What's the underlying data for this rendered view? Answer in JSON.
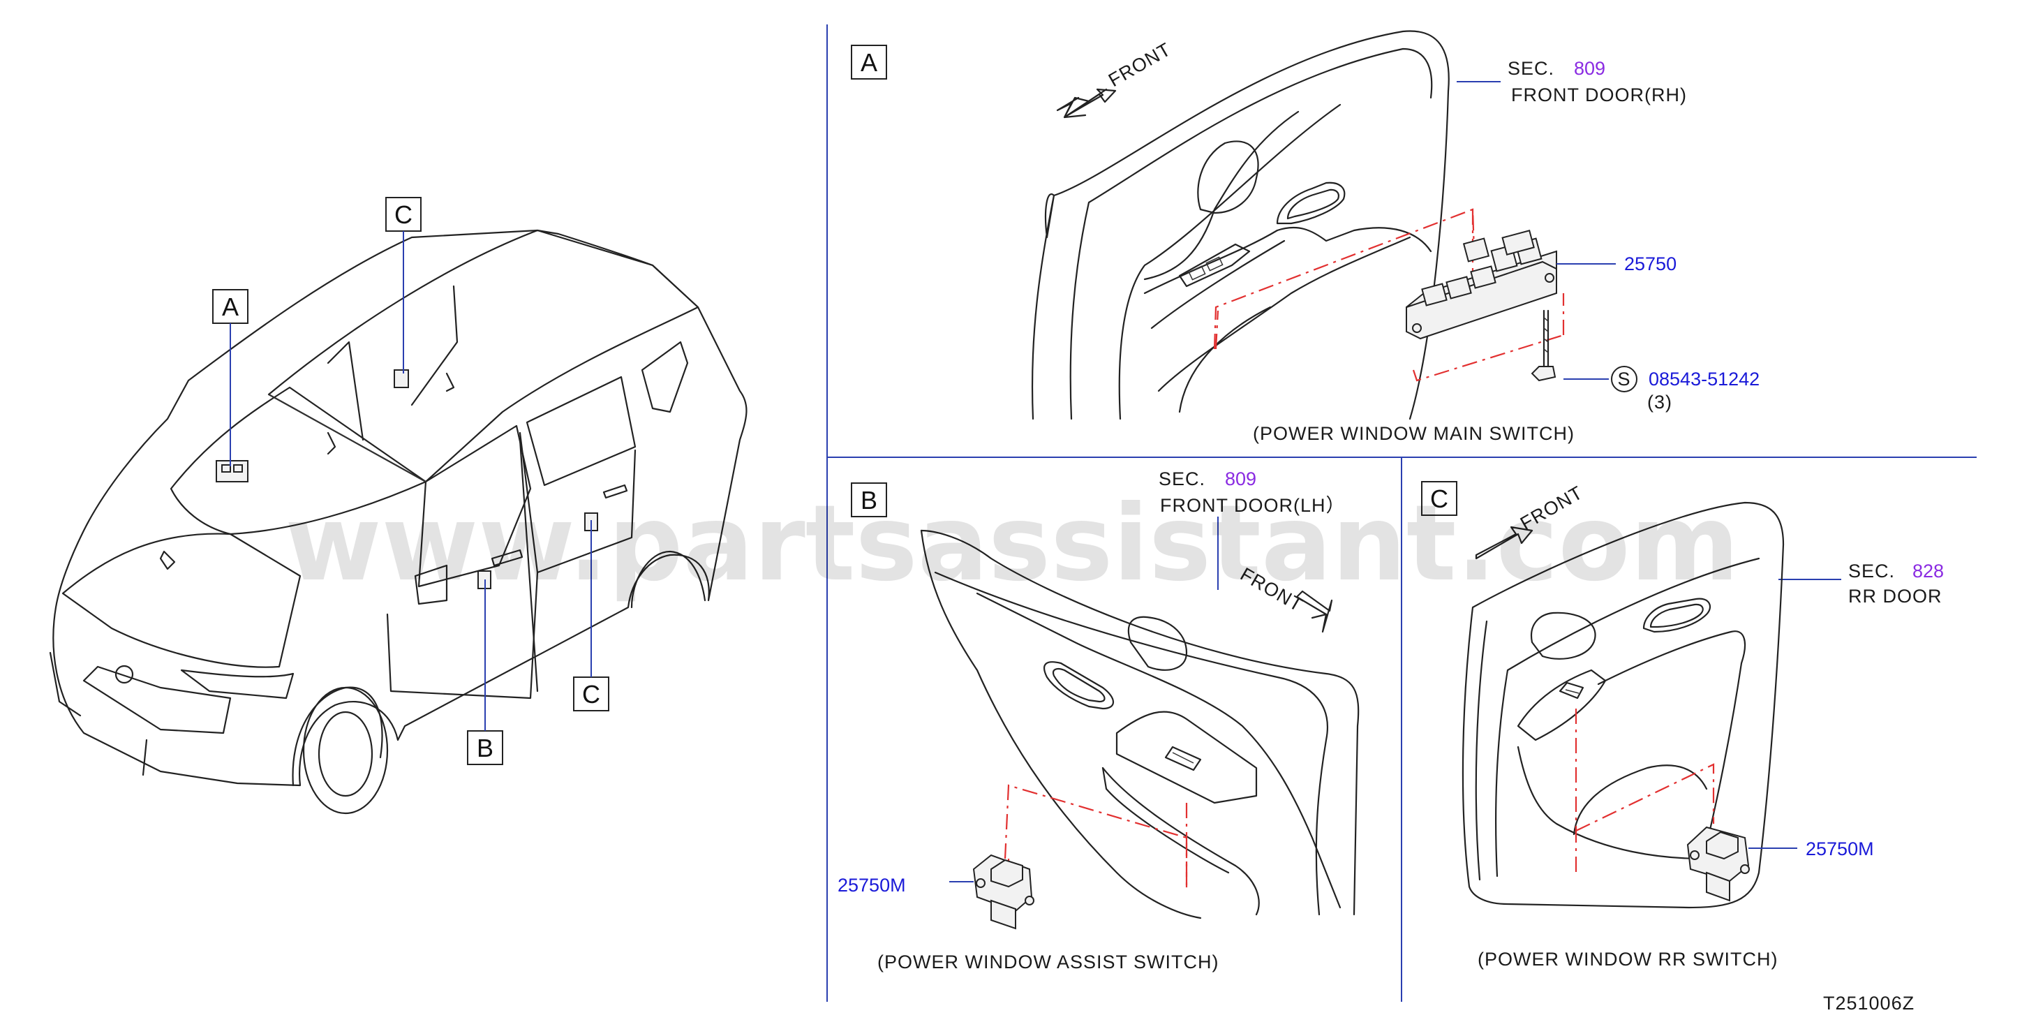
{
  "watermark": "www.partsassistant.com",
  "diagram_code": "T251006Z",
  "views": {
    "overview": {
      "callouts": [
        {
          "letter": "A"
        },
        {
          "letter": "C"
        },
        {
          "letter": "B"
        },
        {
          "letter": "C"
        }
      ]
    },
    "A": {
      "letter": "A",
      "front_label": "FRONT",
      "sec_prefix": "SEC.",
      "sec_number": "809",
      "sec_desc": "FRONT  DOOR(RH)",
      "part_number": "25750",
      "screw_symbol": "S",
      "screw_number": "08543-51242",
      "screw_qty": "(3)",
      "caption": "(POWER  WINDOW  MAIN  SWITCH)"
    },
    "B": {
      "letter": "B",
      "front_label": "FRONT",
      "sec_prefix": "SEC.",
      "sec_number": "809",
      "sec_desc": "FRONT  DOOR(LH）",
      "part_number": "25750M",
      "caption": "(POWER  WINDOW  ASSIST  SWITCH)"
    },
    "C": {
      "letter": "C",
      "front_label": "FRONT",
      "sec_prefix": "SEC.",
      "sec_number": "828",
      "sec_desc": "RR  DOOR",
      "part_number": "25750M",
      "caption": "(POWER  WINDOW  RR  SWITCH)"
    }
  },
  "colors": {
    "leader_line": "#2a3fb0",
    "part_number": "#1a1ad8",
    "sec_number": "#8a2be2",
    "dash_line": "#e23030"
  }
}
